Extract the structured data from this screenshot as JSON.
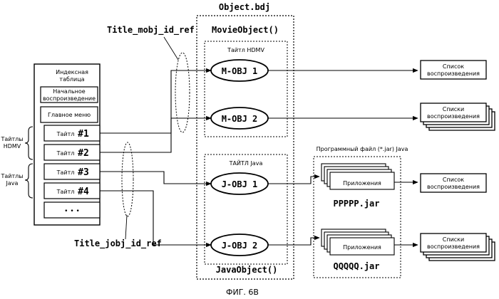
{
  "file_title": "Object.bdj",
  "movieobject_label": "MovieObject()",
  "javaobject_label": "JavaObject()",
  "title_mobj_ref": "Title_mobj_id_ref",
  "title_jobj_ref": "Title_jobj_id_ref",
  "index_table": {
    "header_line1": "Индексная",
    "header_line2": "таблица",
    "first_play_line1": "Начальное",
    "first_play_line2": "воспроизведение",
    "top_menu": "Главное меню",
    "titles": [
      {
        "word": "Тайтл",
        "num": "#1"
      },
      {
        "word": "Тайтл",
        "num": "#2"
      },
      {
        "word": "Тайтл",
        "num": "#3"
      },
      {
        "word": "Тайтл",
        "num": "#4"
      }
    ],
    "ellipsis": "• • •"
  },
  "groups": {
    "hdmv_line1": "Тайтлы",
    "hdmv_line2": "HDMV",
    "java_line1": "Тайтлы",
    "java_line2": "Java"
  },
  "hdmv_box_label": "Тайтл HDMV",
  "java_box_label": "ТАЙТЛ Java",
  "objects": {
    "m1": "M-OBJ 1",
    "m2": "M-OBJ 2",
    "j1": "J-OBJ 1",
    "j2": "J-OBJ 2"
  },
  "program_file_label": "Программный файл (*.jar) Java",
  "app_label": "Приложения",
  "jar1": "PPPPP.jar",
  "jar2": "QQQQQ.jar",
  "playlists": {
    "p1_line1": "Список",
    "p1_line2": "воспроизведения",
    "p2_line1": "Списки",
    "p2_line2": "воспроизведения",
    "p3_line1": "Список",
    "p3_line2": "воспроизведения",
    "p4_line1": "Списки",
    "p4_line2": "воспроизведения"
  },
  "caption": "ФИГ. 6B"
}
